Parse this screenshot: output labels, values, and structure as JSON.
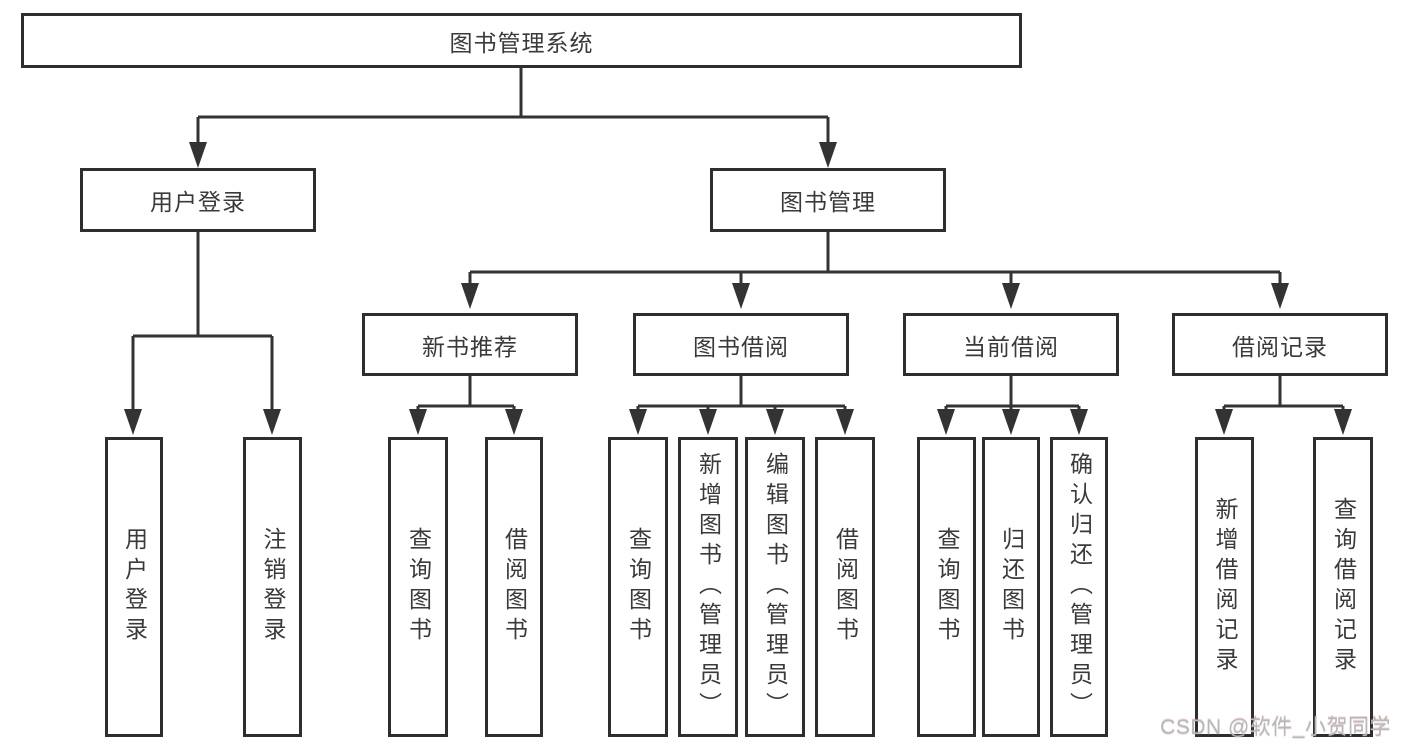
{
  "tree": {
    "label": "图书管理系统",
    "children": [
      {
        "label": "用户登录",
        "children": [
          {
            "label": "用户登录"
          },
          {
            "label": "注销登录"
          }
        ]
      },
      {
        "label": "图书管理",
        "children": [
          {
            "label": "新书推荐",
            "children": [
              {
                "label": "查询图书"
              },
              {
                "label": "借阅图书"
              }
            ]
          },
          {
            "label": "图书借阅",
            "children": [
              {
                "label": "查询图书"
              },
              {
                "label": "新增图书（管理员）"
              },
              {
                "label": "编辑图书（管理员）"
              },
              {
                "label": "借阅图书"
              }
            ]
          },
          {
            "label": "当前借阅",
            "children": [
              {
                "label": "查询图书"
              },
              {
                "label": "归还图书"
              },
              {
                "label": "确认归还（管理员）"
              }
            ]
          },
          {
            "label": "借阅记录",
            "children": [
              {
                "label": "新增借阅记录"
              },
              {
                "label": "查询借阅记录"
              }
            ]
          }
        ]
      }
    ]
  },
  "watermark": {
    "text": "CSDN @软件_小贺同学"
  },
  "colors": {
    "line": "#333333",
    "box_border": "#2e2e2e",
    "text": "#3a3a3a",
    "background": "#ffffff",
    "watermark": "#b9b9b9"
  }
}
